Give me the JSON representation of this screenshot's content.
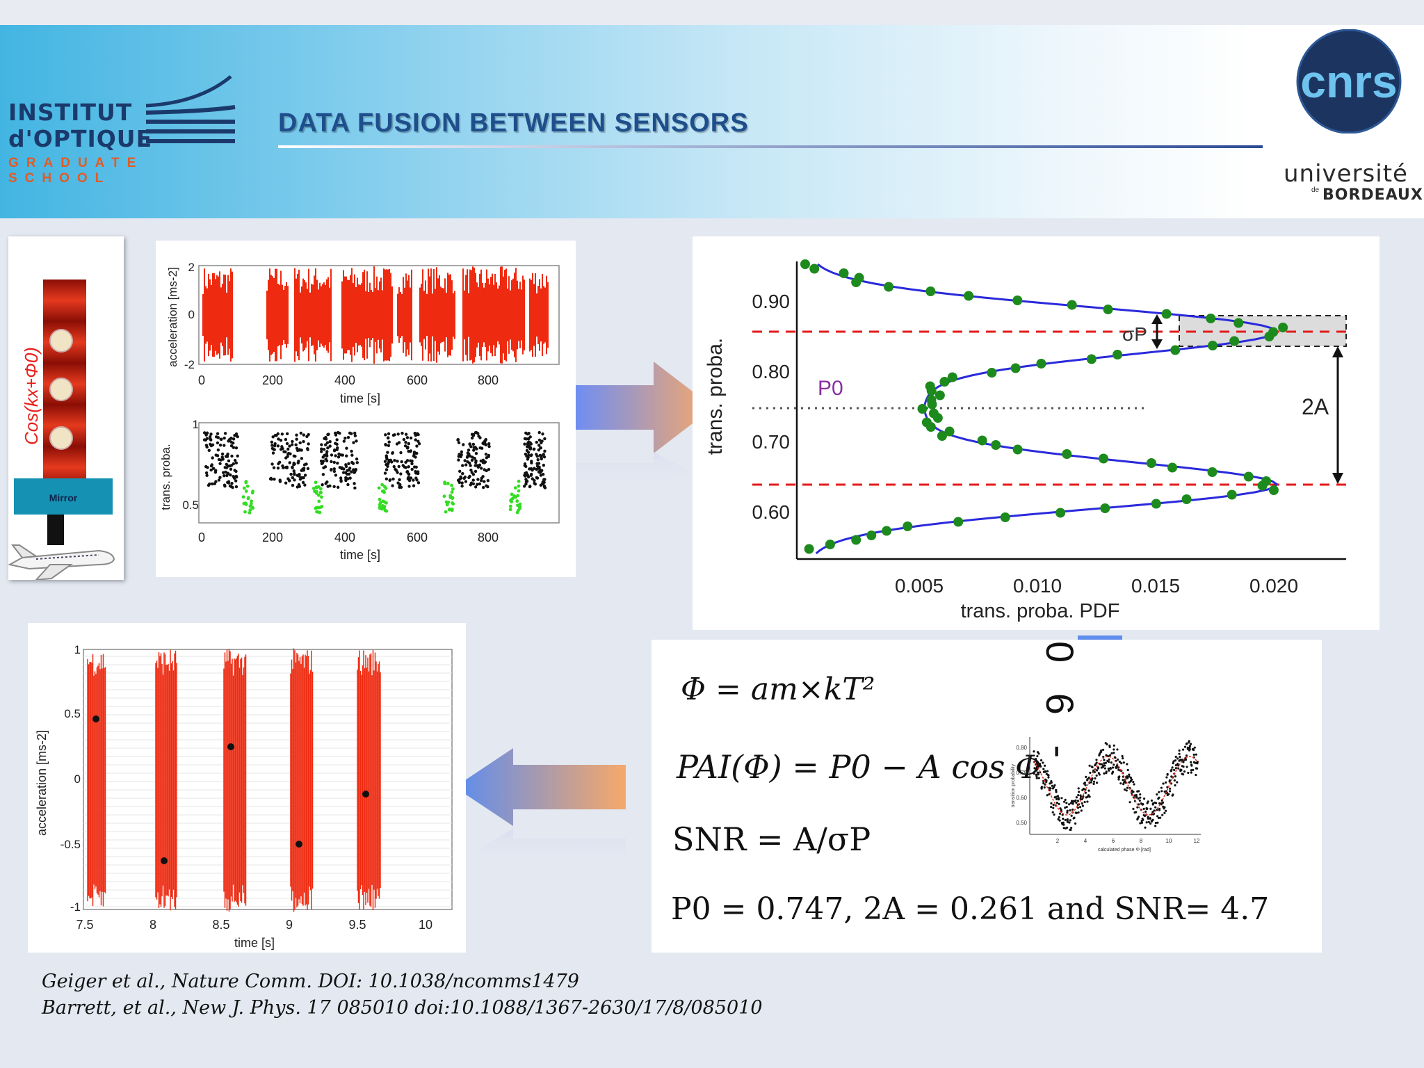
{
  "header": {
    "title": "DATA FUSION BETWEEN SENSORS",
    "logo_left": {
      "line1": "INSTITUT",
      "line2": "d'OPTIQUE",
      "line3": "GRADUATE SCHOOL"
    },
    "logo_right": {
      "cnrs": "cnrs",
      "univ_line1": "université",
      "univ_de": "de",
      "univ_line2": "BORDEAUX"
    }
  },
  "mirror": {
    "label": "Mirror",
    "formula": "Cos(kx+Φ0)"
  },
  "top_left_plot": {
    "acc_ylabel": "acceleration [ms-2]",
    "acc_yticks": [
      "2",
      "0",
      "-2"
    ],
    "acc_xticks": [
      "0",
      "200",
      "400",
      "600",
      "800"
    ],
    "acc_xlabel": "time [s]",
    "prob_ylabel": "trans. proba.",
    "prob_yticks": [
      "1",
      "0.5"
    ],
    "prob_xticks": [
      "0",
      "200",
      "400",
      "600",
      "800"
    ],
    "prob_xlabel": "time [s]"
  },
  "hist_plot": {
    "ylabel": "trans. proba.",
    "xlabel": "trans. proba. PDF",
    "yticks": [
      "0.90",
      "0.80",
      "0.70",
      "0.60"
    ],
    "xticks": [
      "0.005",
      "0.010",
      "0.015",
      "0.020"
    ],
    "label_p0": "P0",
    "label_sigma": "σP",
    "label_2a": "2A"
  },
  "accel_plot": {
    "ylabel": "acceleration [ms-2]",
    "yticks": [
      "1",
      "0.5",
      "0",
      "-0.5",
      "-1"
    ],
    "xticks": [
      "7.5",
      "8",
      "8.5",
      "9",
      "9.5",
      "10"
    ],
    "xlabel": "time [s]"
  },
  "equations": {
    "eq1": "Φ = am×kT²",
    "eq2": "PAI(Φ) = P0 − A cos Φ",
    "eq3": "SNR = A/σP",
    "eq4": "P0 = 0.747, 2A = 0.261 and SNR= 4.7",
    "overlay_digits": "0 6 -"
  },
  "inset_plot": {
    "yticks": [
      "0.80",
      "0.70",
      "0.60",
      "0.50"
    ],
    "ylabel": "transition probability",
    "xticks": [
      "2",
      "4",
      "6",
      "8",
      "10",
      "12"
    ],
    "xlabel": "calculated phase Φ [rad]"
  },
  "references": [
    "Geiger et al., Nature Comm. DOI: 10.1038/ncomms1479",
    "Barrett, et al., New J. Phys. 17 085010 doi:10.1088/1367-2630/17/8/085010"
  ],
  "colors": {
    "accent": "#1f4e8c",
    "red": "#ee2a10",
    "green": "#1c8a1c",
    "blue_curve": "#2a2adc",
    "arrow_blue": "#5b8cf0",
    "arrow_orange": "#f7a86a"
  }
}
